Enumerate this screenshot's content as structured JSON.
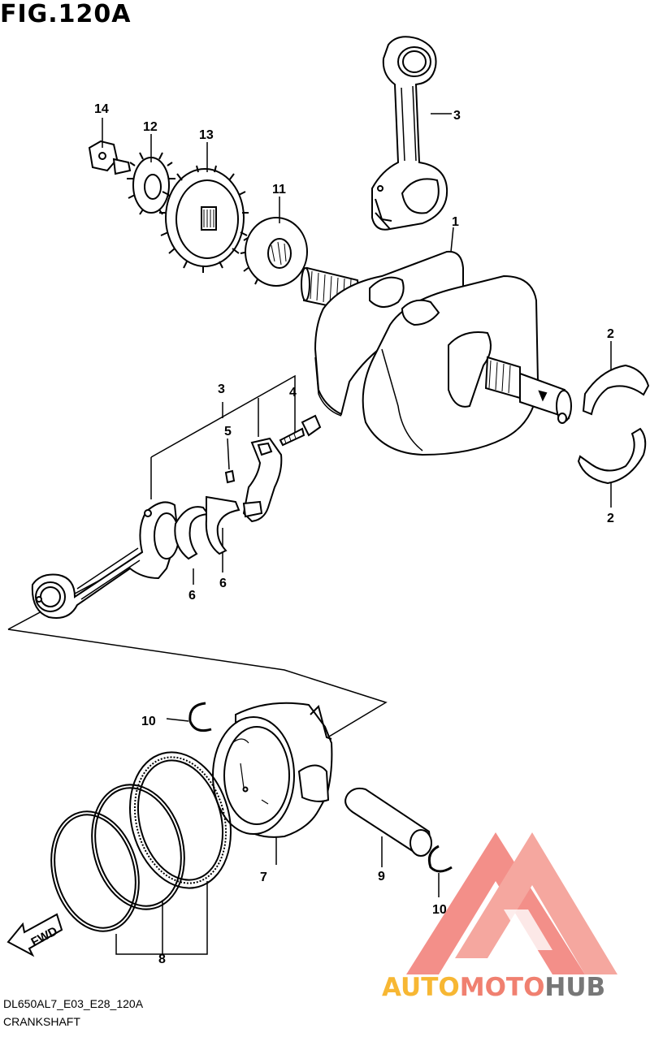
{
  "figure": {
    "title": "FIG.120A",
    "diagram_code": "DL650AL7_E03_E28_120A",
    "assembly_name": "CRANKSHAFT"
  },
  "callouts": {
    "c1": "1",
    "c2a": "2",
    "c2b": "2",
    "c3a": "3",
    "c3b": "3",
    "c4": "4",
    "c5": "5",
    "c6a": "6",
    "c6b": "6",
    "c7": "7",
    "c8": "8",
    "c9": "9",
    "c10a": "10",
    "c10b": "10",
    "c11": "11",
    "c12": "12",
    "c13": "13",
    "c14": "14"
  },
  "direction_marker": {
    "label": "FWD"
  },
  "watermark": {
    "word_a": "AUTO",
    "word_b": "MOTO",
    "word_c": "HUB",
    "color_a": "#f7b733",
    "color_b": "#f08070",
    "color_c": "#777777",
    "triangle_color": "#ee4a44"
  }
}
